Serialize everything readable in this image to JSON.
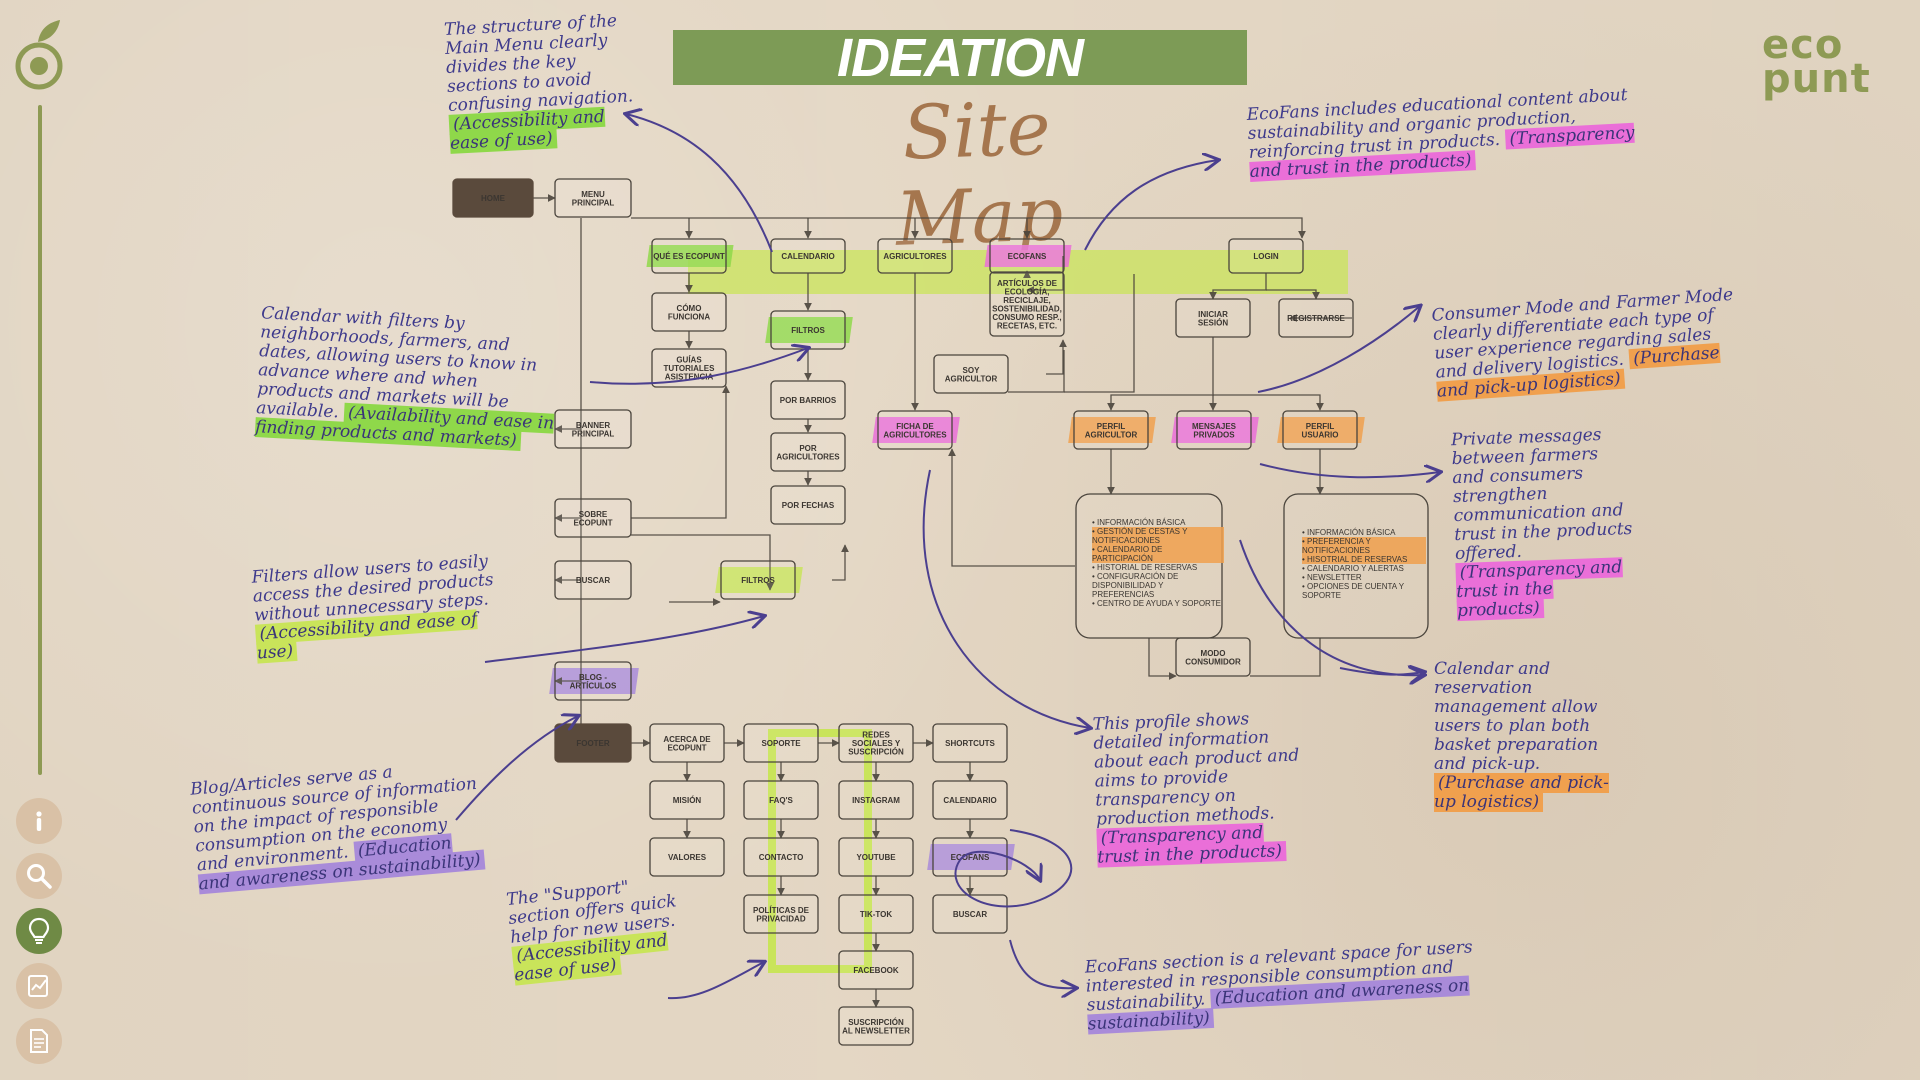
{
  "header": {
    "title": "IDEATION",
    "subtitle": "Site Map",
    "logo_top": "eco",
    "logo_bottom": "punt"
  },
  "sidebar": {
    "icons": [
      "info-icon",
      "search-icon",
      "lightbulb-icon",
      "chart-icon",
      "document-icon"
    ],
    "active": "lightbulb-icon"
  },
  "colors": {
    "green_highlight": "#8fd84a",
    "pink_highlight": "#ea6fd8",
    "orange_highlight": "#f0a04e",
    "purple_highlight": "#a98bd9",
    "lime_highlight": "#c9e45a",
    "annotation_ink": "#3e3a8c",
    "node_dark": "#5a4a3c"
  },
  "nodes": {
    "home": "HOME",
    "menu_principal": "MENU\nPRINCIPAL",
    "que_es_ecopunt": "QUÉ ES ECOPUNT",
    "calendario": "CALENDARIO",
    "agricultores": "AGRICULTORES",
    "ecofans": "ECOFANS",
    "login": "LOGIN",
    "como_funciona": "CÓMO\nFUNCIONA",
    "guias": "GUÍAS\nTUTORIALES\nASISTENCIA",
    "filtros_cal": "FILTROS",
    "por_barrios": "POR BARRIOS",
    "por_agricultores": "POR\nAGRICULTORES",
    "por_fechas": "POR FECHAS",
    "articulos": "ARTÍCULOS DE\nECOLOGÍA,\nRECICLAJE,\nSOSTENIBILIDAD,\nCONSUMO RESP.,\nRECETAS, ETC.",
    "soy_agricultor": "SOY\nAGRICULTOR",
    "ficha_agricultores": "FICHA DE\nAGRICULTORES",
    "iniciar_sesion": "INICIAR\nSESIÓN",
    "registrarse": "REGISTRARSE",
    "perfil_agricultor": "PERFIL\nAGRICULTOR",
    "mensajes_privados": "MENSAJES\nPRIVADOS",
    "perfil_usuario": "PERFIL\nUSUARIO",
    "banner_principal": "BANNER\nPRINCIPAL",
    "sobre_ecopunt": "SOBRE\nECOPUNT",
    "buscar": "BUSCAR",
    "filtros_buscar": "FILTROS",
    "blog_articulos": "BLOG -\nARTÍCULOS",
    "footer": "FOOTER",
    "acerca_ecopunt": "ACERCA DE\nECOPUNT",
    "soporte": "SOPORTE",
    "redes_sociales": "REDES\nSOCIALES Y\nSUSCRIPCIÓN",
    "shortcuts": "SHORTCUTS",
    "mision": "MISIÓN",
    "faqs": "FAQ'S",
    "instagram": "INSTAGRAM",
    "calendario_sc": "CALENDARIO",
    "valores": "VALORES",
    "contacto": "CONTACTO",
    "youtube": "YOUTUBE",
    "ecofans_sc": "ECOFANS",
    "politicas": "POLÍTICAS DE\nPRIVACIDAD",
    "tiktok": "TIK-TOK",
    "buscar_sc": "BUSCAR",
    "facebook": "FACEBOOK",
    "suscripcion": "SUSCRIPCIÓN\nAL NEWSLETTER",
    "modo_consumidor": "MODO\nCONSUMIDOR"
  },
  "farmer_profile_list": [
    "INFORMACIÓN BÁSICA",
    "GESTIÓN DE CESTAS Y NOTIFICACIONES",
    "CALENDARIO DE PARTICIPACIÓN",
    "HISTORIAL DE RESERVAS",
    "CONFIGURACIÓN DE DISPONIBILIDAD Y PREFERENCIAS",
    "CENTRO DE AYUDA Y SOPORTE"
  ],
  "user_profile_list": [
    "INFORMACIÓN BÁSICA",
    "PREFERENCIA Y NOTIFICACIONES",
    "HISOTRIAL DE RESERVAS",
    "CALENDARIO Y ALERTAS",
    "NEWSLETTER",
    "OPCIONES DE CUENTA Y SOPORTE"
  ],
  "annotations": {
    "main_menu": {
      "text": "The structure of the Main Menu clearly divides the key sections to avoid confusing navigation.",
      "tag": "(Accessibility and ease of use)"
    },
    "ecofans": {
      "text": "EcoFans includes educational content about sustainability and organic production, reinforcing trust in products.",
      "tag": "(Transparency and trust in the products)"
    },
    "calendar": {
      "text": "Calendar with filters by neighborhoods, farmers, and dates, allowing users to know in advance where and when products and markets will be available.",
      "tag": "(Availability and ease in finding products and markets)"
    },
    "modes": {
      "text": "Consumer Mode and Farmer Mode clearly differentiate each type of user experience regarding sales and delivery logistics.",
      "tag": "(Purchase and pick-up logistics)"
    },
    "messages": {
      "text": "Private messages between farmers and consumers strengthen communication and trust in the products offered.",
      "tag": "(Transparency and trust in the products)"
    },
    "filters": {
      "text": "Filters allow users to easily access the desired products without unnecessary steps.",
      "tag": "(Accessibility and ease of use)"
    },
    "reservation": {
      "text": "Calendar and reservation management allow users to plan both basket preparation and pick-up.",
      "tag": "(Purchase and pick-up logistics)"
    },
    "profile": {
      "text": "This profile shows detailed information about each product and aims to provide transparency on production methods.",
      "tag": "(Transparency and trust in the products)"
    },
    "blog": {
      "text": "Blog/Articles serve as a continuous source of information on the impact of responsible consumption on the economy and environment.",
      "tag": "(Education and awareness on sustainability)"
    },
    "support": {
      "text": "The \"Support\" section offers quick help for new users.",
      "tag": "(Accessibility and ease of use)"
    },
    "ecofans_section": {
      "text": "EcoFans section is a relevant space for users interested in responsible consumption and sustainability.",
      "tag": "(Education and awareness on sustainability)"
    }
  }
}
